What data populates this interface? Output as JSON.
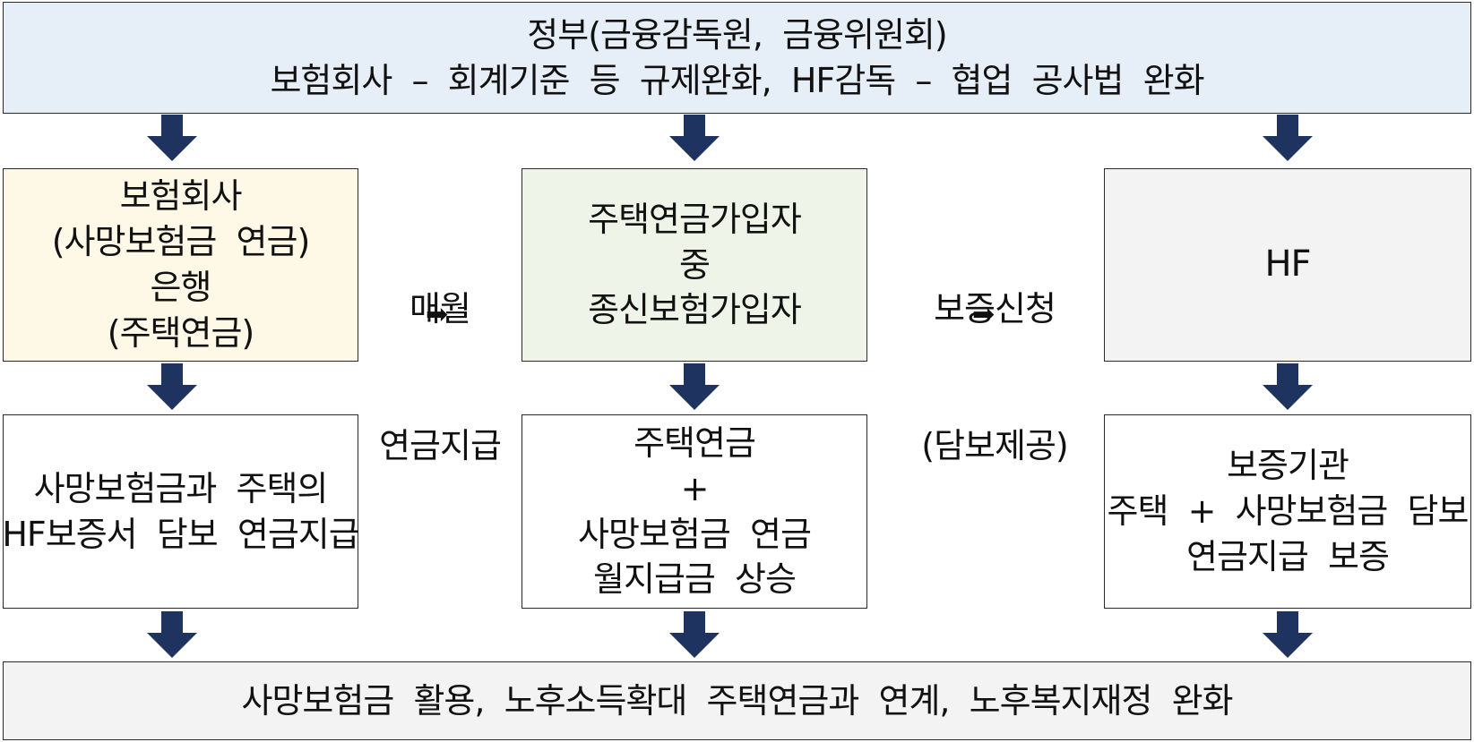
{
  "government": {
    "line1": "정부(금융감독원,  금융위원회)",
    "line2": "보험회사  –  회계기준  등  규제완화,  HF감독  –  협업  공사법  완화"
  },
  "insurer_box": {
    "line1": "보험회사",
    "line2": "(사망보험금  연금)",
    "line3": "은행",
    "line4": "(주택연금)"
  },
  "left_flow": {
    "line1": "매월",
    "line2": "연금지급",
    "arrow": "➡"
  },
  "subscriber_box": {
    "line1": "주택연금가입자",
    "line2": "중",
    "line3": "종신보험가입자"
  },
  "right_flow": {
    "line1": "보증신청",
    "line2": "(담보제공)",
    "arrow": "➡"
  },
  "hf_box": {
    "line1": "HF"
  },
  "insurer_result": {
    "line1": "사망보험금과  주택의",
    "line2": "HF보증서  담보  연금지급"
  },
  "subscriber_result": {
    "line1": "주택연금",
    "line2": "+",
    "line3": "사망보험금  연금",
    "line4": "월지급금  상승"
  },
  "hf_result": {
    "line1": "보증기관",
    "line2": "주택  +  사망보험금  담보",
    "line3": "연금지급  보증"
  },
  "outcome": {
    "line1": "사망보험금  활용,  노후소득확대  주택연금과  연계,  노후복지재정  완화"
  },
  "colors": {
    "arrow": "#1f3360",
    "government_fill": "#e6eef8",
    "insurer_fill": "#fef8e7",
    "subscriber_fill": "#eef4e7",
    "hf_fill": "#f3f3f3",
    "outcome_fill": "#f3f3f3"
  },
  "icons": {
    "down_arrow": "block-arrow-down-icon",
    "flow_arrow": "right-arrow-icon"
  }
}
